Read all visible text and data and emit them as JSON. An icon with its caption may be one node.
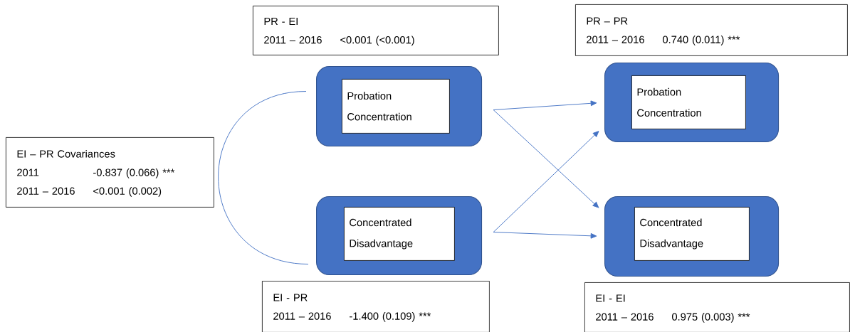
{
  "diagram": {
    "nodes": [
      {
        "text": [
          "PR - EI",
          "2011 – 2016",
          "<0.001 (<0.001)"
        ]
      },
      {
        "text": [
          "PR – PR",
          "2011 – 2016",
          "0.740 (0.011) ***"
        ]
      },
      {
        "text": [
          "EI – PR Covariances",
          "2011",
          "-0.837 (0.066) ***",
          "2011 – 2016",
          "<0.001 (0.002)"
        ]
      },
      {
        "text": [],
        "shape": "box"
      },
      {
        "text": [
          "Probation Concentration"
        ],
        "in": 3
      },
      {
        "text": [],
        "shape": "box"
      },
      {
        "text": [
          "Probation Concentration"
        ],
        "in": 5
      },
      {
        "text": [],
        "shape": "box"
      },
      {
        "text": [
          "Concentrated Disadvantage"
        ],
        "in": 7
      },
      {
        "text": [],
        "shape": "box"
      },
      {
        "text": [
          "Concentrated Disadvantage"
        ],
        "in": 9
      },
      {
        "text": [
          "EI - PR",
          "2011 – 2016",
          "-1.400 (0.109) ***"
        ]
      },
      {
        "text": [
          "EI - EI",
          "2011 – 2016",
          "0.975 (0.003) ***"
        ]
      }
    ],
    "edges": [
      {
        "from": 3,
        "to": 7,
        "arrow": "none"
      },
      {
        "from": 3,
        "to": 5,
        "arrow": "to"
      },
      {
        "from": 3,
        "to": 9,
        "arrow": "to"
      },
      {
        "from": 7,
        "to": 5,
        "arrow": "to"
      },
      {
        "from": 7,
        "to": 9,
        "arrow": "to"
      }
    ]
  }
}
